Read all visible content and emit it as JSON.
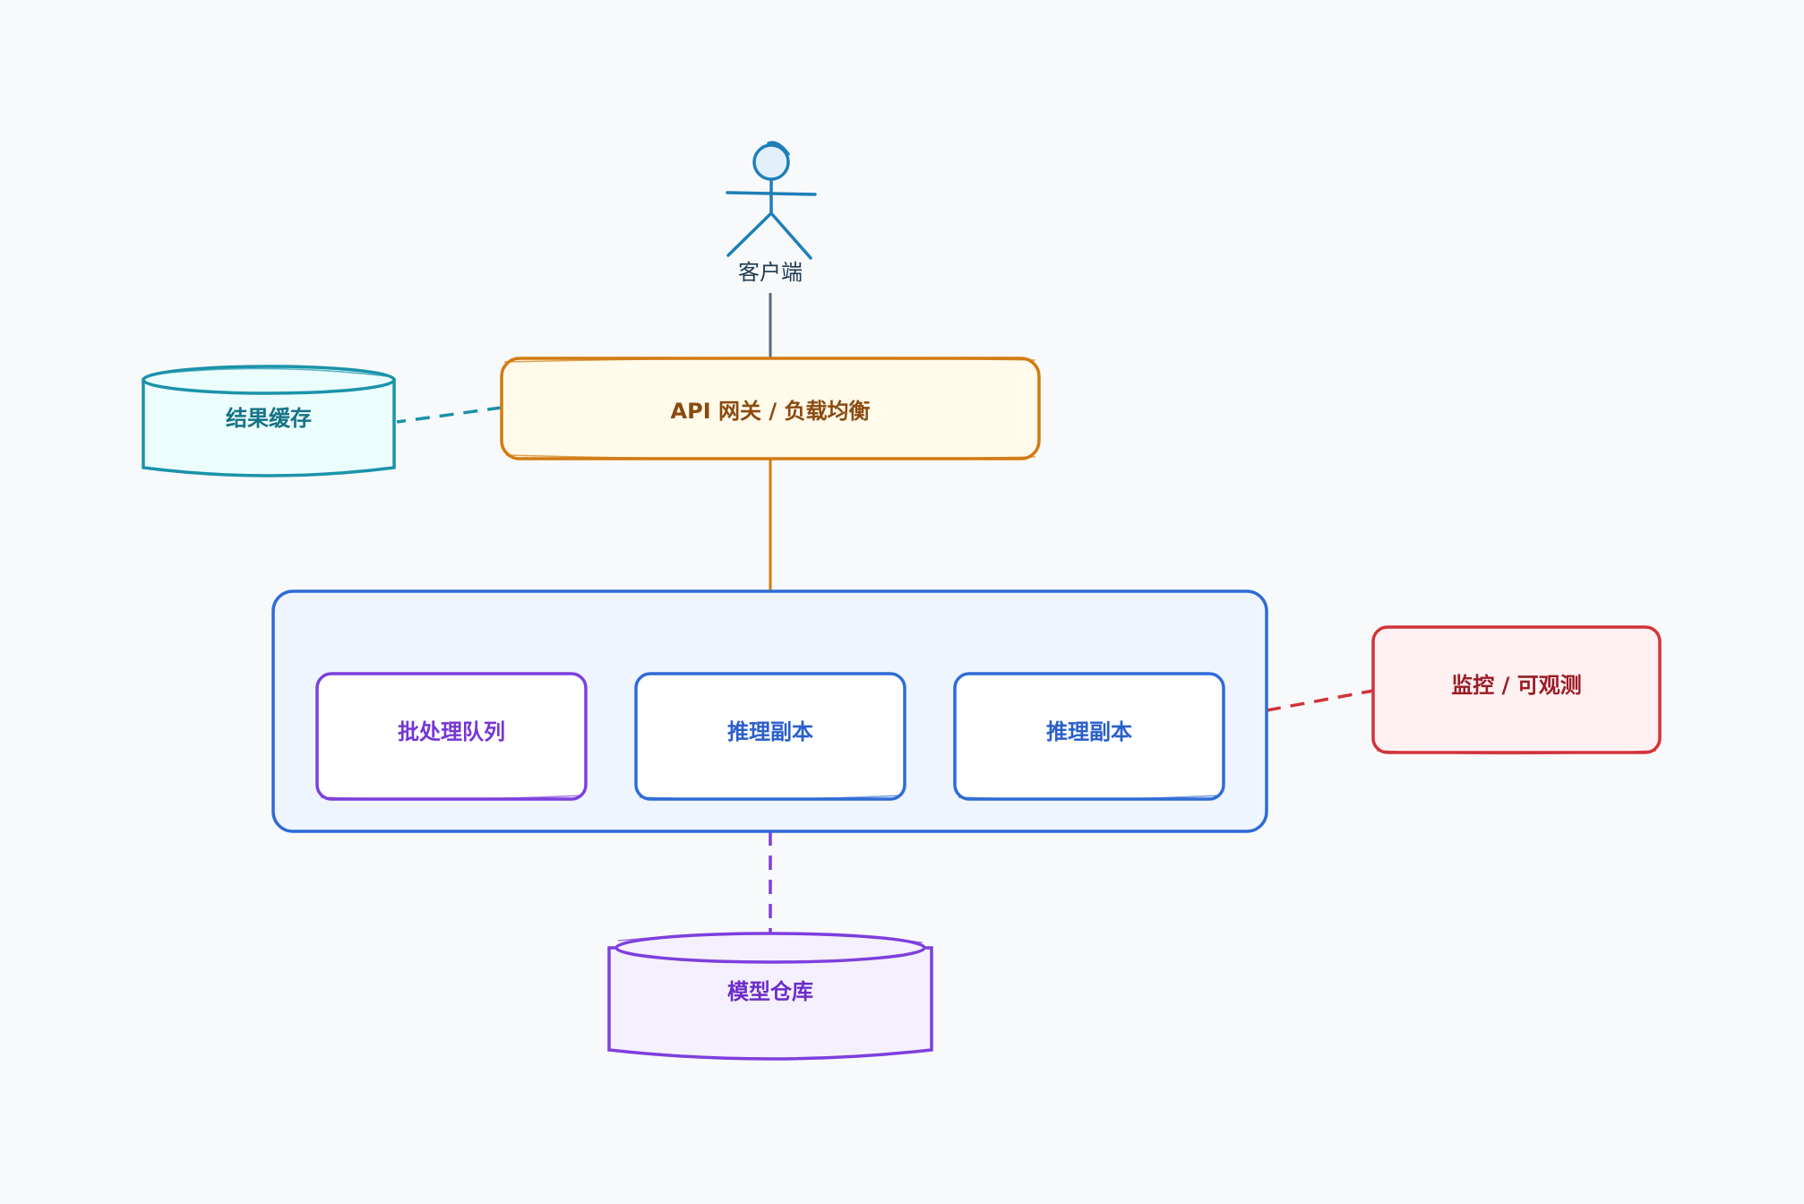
{
  "diagram": {
    "client": {
      "label": "客户端"
    },
    "gateway": {
      "label": "API 网关 / 负载均衡"
    },
    "cache": {
      "label": "结果缓存"
    },
    "cluster": {
      "batch_queue": {
        "label": "批处理队列"
      },
      "replica_1": {
        "label": "推理副本"
      },
      "replica_2": {
        "label": "推理副本"
      }
    },
    "monitoring": {
      "label": "监控 / 可观测"
    },
    "model_store": {
      "label": "模型仓库"
    }
  },
  "colors": {
    "background": "#f8f9fb",
    "client": "#1e7fb8",
    "gateway_stroke": "#d27b12",
    "gateway_fill": "#fffaea",
    "gateway_text": "#8a4a10",
    "cache_stroke": "#1a93a9",
    "cache_fill": "#ecfdfd",
    "cache_text": "#157387",
    "cluster_stroke": "#2f6bd6",
    "cluster_fill": "#eef5fe",
    "replica_text": "#2a5fcc",
    "queue_stroke": "#7d3fde",
    "queue_text": "#7535d8",
    "monitor_stroke": "#d1333a",
    "monitor_fill": "#fff0f1",
    "monitor_text": "#9a1c25",
    "store_stroke": "#7d3fde",
    "store_fill": "#f5f0fe",
    "store_text": "#6a2dc9",
    "connector_gray": "#5b6b7e"
  }
}
